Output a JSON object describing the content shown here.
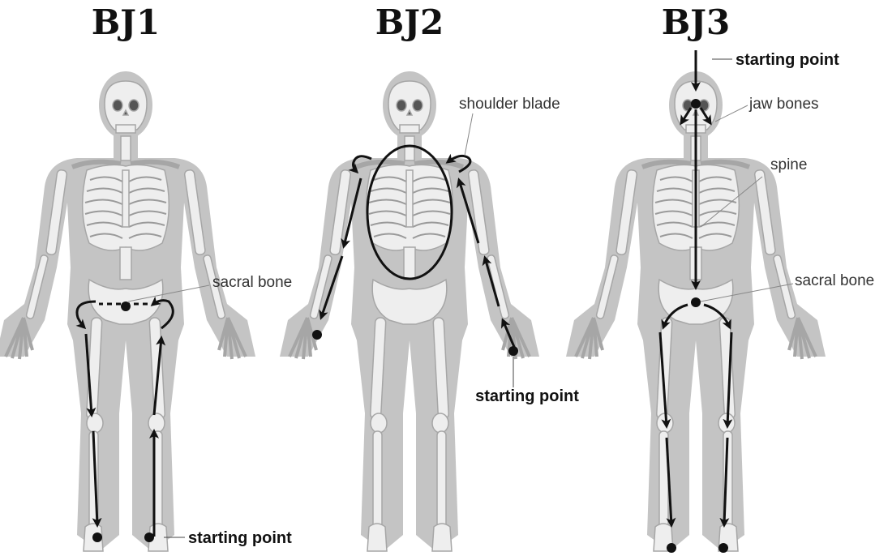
{
  "figures": [
    {
      "title": "BJ1",
      "labels": {
        "sacral": "sacral bone",
        "start": "starting point"
      }
    },
    {
      "title": "BJ2",
      "labels": {
        "shoulder": "shoulder blade",
        "start": "starting point"
      }
    },
    {
      "title": "BJ3",
      "labels": {
        "start": "starting point",
        "jaw": "jaw bones",
        "spine": "spine",
        "sacral": "sacral bone"
      }
    }
  ],
  "colors": {
    "silhouette": "#c4c4c4",
    "bone": "#eeeeee",
    "bone_outline": "#a6a6a6",
    "arrow": "#111111"
  }
}
